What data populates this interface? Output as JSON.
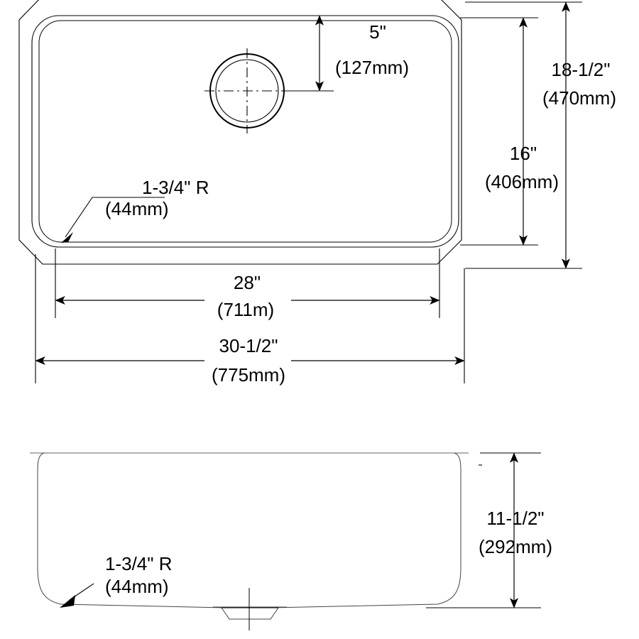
{
  "drawing": {
    "type": "engineering-dimension-drawing",
    "subject": "undermount single-bowl sink",
    "views": [
      {
        "name": "top-view",
        "label": ""
      },
      {
        "name": "section-view",
        "label": ""
      }
    ],
    "colors": {
      "line": "#000000",
      "thin_line": "#444444",
      "background": "#ffffff"
    }
  },
  "dimensions": {
    "drain_offset_from_rear": {
      "imperial": "5\"",
      "metric": "(127mm)"
    },
    "bowl_depth_front_to_back": {
      "imperial": "16\"",
      "metric": "(406mm)"
    },
    "overall_front_to_back": {
      "imperial": "18-1/2\"",
      "metric": "(470mm)"
    },
    "bowl_width": {
      "imperial": "28\"",
      "metric": "(711m)"
    },
    "overall_width": {
      "imperial": "30-1/2\"",
      "metric": "(775mm)"
    },
    "bowl_depth_vertical": {
      "imperial": "11-1/2\"",
      "metric": "(292mm)"
    },
    "corner_radius_top": {
      "imperial": "1-3/4\" R",
      "metric": "(44mm)"
    },
    "corner_radius_section": {
      "imperial": "1-3/4\" R",
      "metric": "(44mm)"
    }
  }
}
